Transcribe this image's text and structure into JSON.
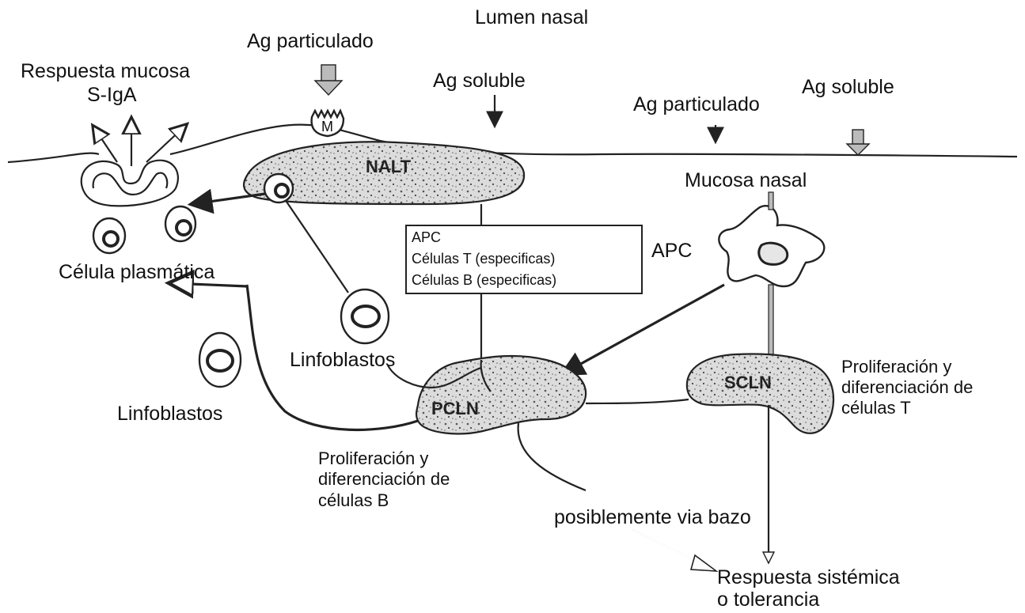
{
  "labels": {
    "lumen": "Lumen nasal",
    "ag_particulado_top": "Ag particulado",
    "ag_soluble_top": "Ag soluble",
    "respuesta_mucosa_line1": "Respuesta mucosa",
    "respuesta_mucosa_line2": "S-IgA",
    "m_cell": "M",
    "nalt": "NALT",
    "ag_particulado_right": "Ag particulado",
    "ag_soluble_right": "Ag soluble",
    "mucosa_nasal": "Mucosa nasal",
    "apc_right": "APC",
    "box_line1": "APC",
    "box_line2": "Células T (especificas)",
    "box_line3": "Células B (especificas)",
    "celula_plasmatica": "Célula plasmática",
    "linfoblastos_mid": "Linfoblastos",
    "linfoblastos_left": "Linfoblastos",
    "pcln": "PCLN",
    "scln": "SCLN",
    "prolif_t_line1": "Proliferación y",
    "prolif_t_line2": "diferenciación de",
    "prolif_t_line3": "células T",
    "prolif_b_line1": "Proliferación y",
    "prolif_b_line2": "diferenciación de",
    "prolif_b_line3": "células B",
    "via_bazo": "posiblemente via bazo",
    "respuesta_sistemica_line1": "Respuesta sistémica",
    "respuesta_sistemica_line2": "o tolerancia"
  }
}
